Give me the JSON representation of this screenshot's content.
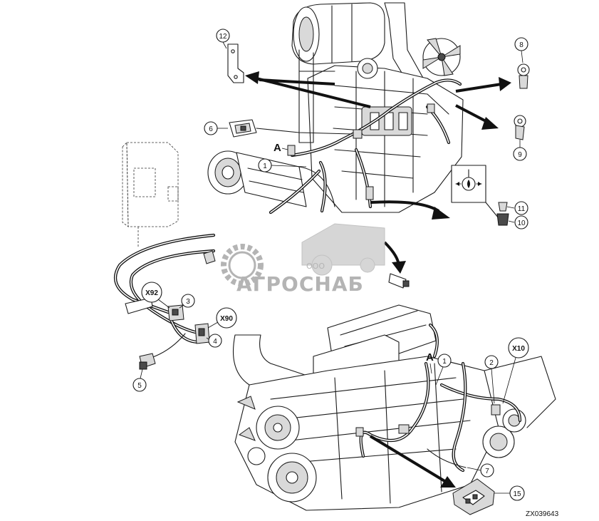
{
  "figure_id": "ZX039643",
  "watermark": {
    "company_prefix": "ООО",
    "company_name": "АГРОСНАБ"
  },
  "view_letters": {
    "top": "A",
    "bottom": "A"
  },
  "connector_tags": {
    "x92": "X92",
    "x90": "X90",
    "x10": "X10"
  },
  "callouts": {
    "c1_top": "1",
    "c1_bottom": "1",
    "c2": "2",
    "c3": "3",
    "c4": "4",
    "c5": "5",
    "c6": "6",
    "c7": "7",
    "c8": "8",
    "c9": "9",
    "c10": "10",
    "c11": "11",
    "c12": "12",
    "c15": "15"
  },
  "colors": {
    "ink": "#1a1a1a",
    "watermark": "#a8a8a8",
    "background": "#ffffff"
  },
  "icons": [
    "ecu-module-icon",
    "sensor-detail-icon",
    "ring-terminal-icon",
    "bracket-icon",
    "connector-icon",
    "gear-logo-icon"
  ]
}
